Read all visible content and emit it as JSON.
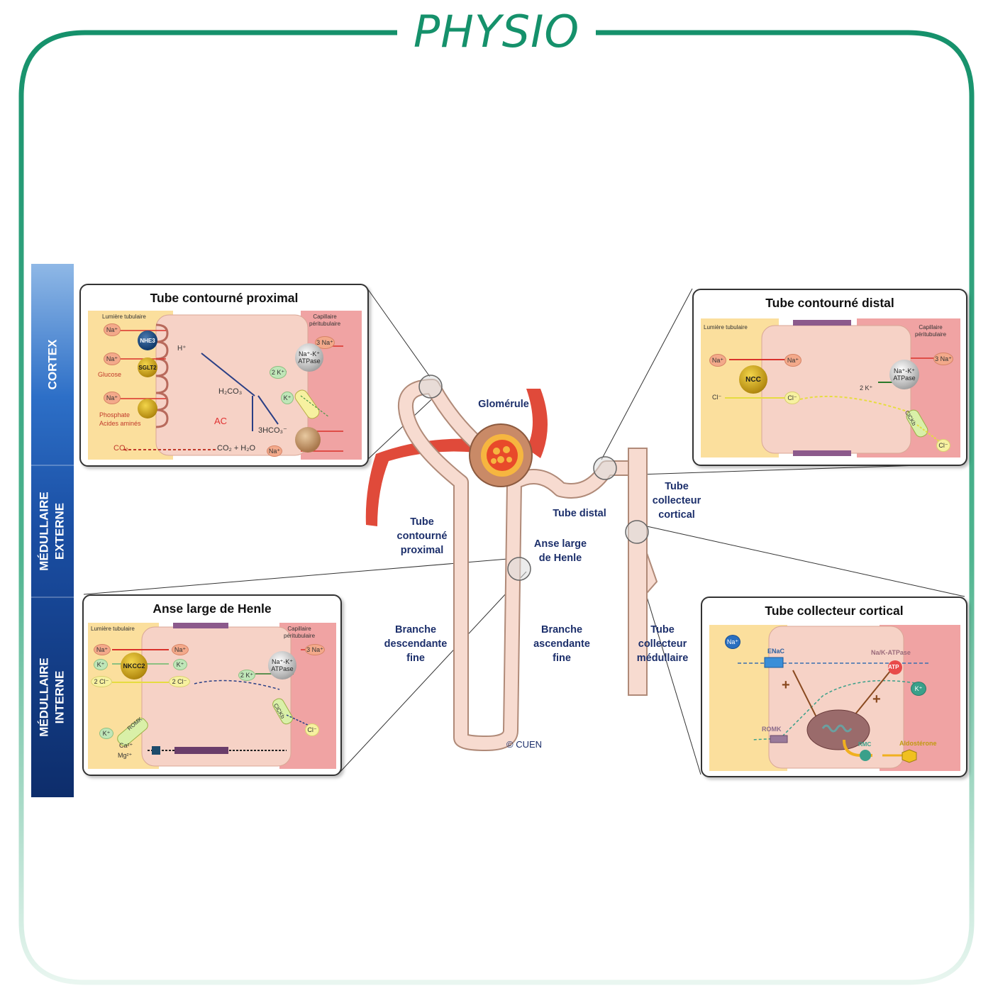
{
  "header": {
    "title": "PHYSIO"
  },
  "zones": {
    "cortex": "CORTEX",
    "medullaire_externe": [
      "MÉDULLAIRE",
      "EXTERNE"
    ],
    "medullaire_interne": [
      "MÉDULLAIRE",
      "INTERNE"
    ]
  },
  "nephron": {
    "glomerule": "Glomérule",
    "tube_proximal": [
      "Tube",
      "contourné",
      "proximal"
    ],
    "tube_distal": "Tube distal",
    "tube_collecteur_cortical": [
      "Tube",
      "collecteur",
      "cortical"
    ],
    "anse_large": [
      "Anse large",
      "de Henle"
    ],
    "branche_descendante": [
      "Branche",
      "descendante",
      "fine"
    ],
    "branche_ascendante": [
      "Branche",
      "ascendante",
      "fine"
    ],
    "tube_collecteur_medullaire": [
      "Tube",
      "collecteur",
      "médullaire"
    ],
    "copyright": "© CUEN"
  },
  "panels": {
    "proximal": {
      "title": "Tube contourné proximal",
      "lumiere": "Lumière tubulaire",
      "capillaire": [
        "Capillaire",
        "péritubulaire"
      ],
      "na": "Na⁺",
      "nhe3": "NHE3",
      "sglt2": "SGLT2",
      "glucose": "Glucose",
      "phosphate": "Phosphate",
      "acides": "Acides aminés",
      "co2_lumen": "CO₂",
      "h_plus": "H⁺",
      "h2co3": "H₂CO₃",
      "ac": "AC",
      "co2_h2o": "CO₂ + H₂O",
      "hco3": "3HCO₃⁻",
      "three_na": "3 Na⁺",
      "two_k": "2 K⁺",
      "k": "K⁺",
      "atpase": [
        "Na⁺-K⁺",
        "ATPase"
      ]
    },
    "distal": {
      "title": "Tube contourné distal",
      "lumiere": "Lumière tubulaire",
      "capillaire": [
        "Capillaire",
        "péritubulaire"
      ],
      "na": "Na⁺",
      "ncc": "NCC",
      "cl": "Cl⁻",
      "three_na": "3 Na⁺",
      "two_k": "2 K⁺",
      "atpase": [
        "Na⁺-K⁺",
        "ATPase"
      ],
      "clckb": "ClCKb"
    },
    "henle": {
      "title": "Anse large de Henle",
      "lumiere": "Lumière tubulaire",
      "capillaire": [
        "Capillaire",
        "péritubulaire"
      ],
      "na": "Na⁺",
      "k": "K⁺",
      "two_cl": "2 Cl⁻",
      "nkcc2": "NKCC2",
      "three_na": "3 Na⁺",
      "two_k": "2 K⁺",
      "atpase": [
        "Na⁺-K⁺",
        "ATPase"
      ],
      "clckb": "ClCKb",
      "cl": "Cl⁻",
      "romk": "ROMK",
      "ca": "Ca²⁺",
      "mg": "Mg²⁺"
    },
    "collecteur": {
      "title": "Tube  collecteur  cortical",
      "na": "Na⁺",
      "enac": "ENaC",
      "pump": "Na/K-ATPase",
      "atp": "ATP",
      "k": "K⁺",
      "romk": "ROMK",
      "rmc": "RMC",
      "aldosterone": "Aldostérone",
      "plus": "+"
    }
  }
}
